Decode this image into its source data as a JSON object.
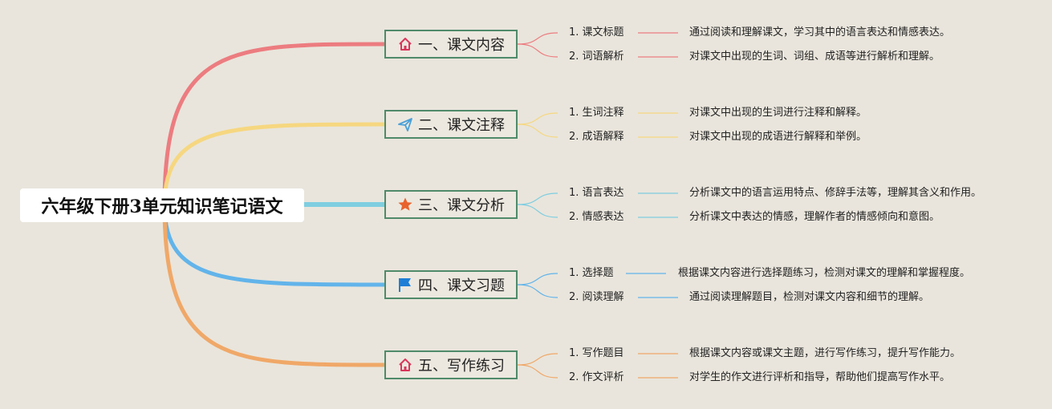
{
  "root": "六年级下册3单元知识笔记语文",
  "branches": [
    {
      "label": "一、课文内容",
      "icon": "home-icon",
      "color": "#ec7c80",
      "items": [
        {
          "label": "1. 课文标题",
          "desc": "通过阅读和理解课文，学习其中的语言表达和情感表达。"
        },
        {
          "label": "2. 词语解析",
          "desc": "对课文中出现的生词、词组、成语等进行解析和理解。"
        }
      ]
    },
    {
      "label": "二、课文注释",
      "icon": "paper-plane-icon",
      "color": "#f6d780",
      "items": [
        {
          "label": "1. 生词注释",
          "desc": "对课文中出现的生词进行注释和解释。"
        },
        {
          "label": "2. 成语解释",
          "desc": "对课文中出现的成语进行解释和举例。"
        }
      ]
    },
    {
      "label": "三、课文分析",
      "icon": "star-icon",
      "color": "#7fcee0",
      "items": [
        {
          "label": "1. 语言表达",
          "desc": "分析课文中的语言运用特点、修辞手法等，理解其含义和作用。"
        },
        {
          "label": "2. 情感表达",
          "desc": "分析课文中表达的情感，理解作者的情感倾向和意图。"
        }
      ]
    },
    {
      "label": "四、课文习题",
      "icon": "flag-icon",
      "color": "#62b4ea",
      "items": [
        {
          "label": "1. 选择题",
          "desc": "根据课文内容进行选择题练习，检测对课文的理解和掌握程度。"
        },
        {
          "label": "2. 阅读理解",
          "desc": "通过阅读理解题目，检测对课文内容和细节的理解。"
        }
      ]
    },
    {
      "label": "五、写作练习",
      "icon": "home-icon",
      "color": "#f0a868",
      "items": [
        {
          "label": "1. 写作题目",
          "desc": "根据课文内容或课文主题，进行写作练习，提升写作能力。"
        },
        {
          "label": "2. 作文评析",
          "desc": "对学生的作文进行评析和指导，帮助他们提高写作水平。"
        }
      ]
    }
  ],
  "colors": {
    "border": "#4f8a6a",
    "background": "#e9e5dc",
    "icon_home": "#d9365b",
    "icon_star": "#e8622c",
    "icon_flag": "#1f7fd6",
    "icon_plane": "#4aa0d8"
  }
}
